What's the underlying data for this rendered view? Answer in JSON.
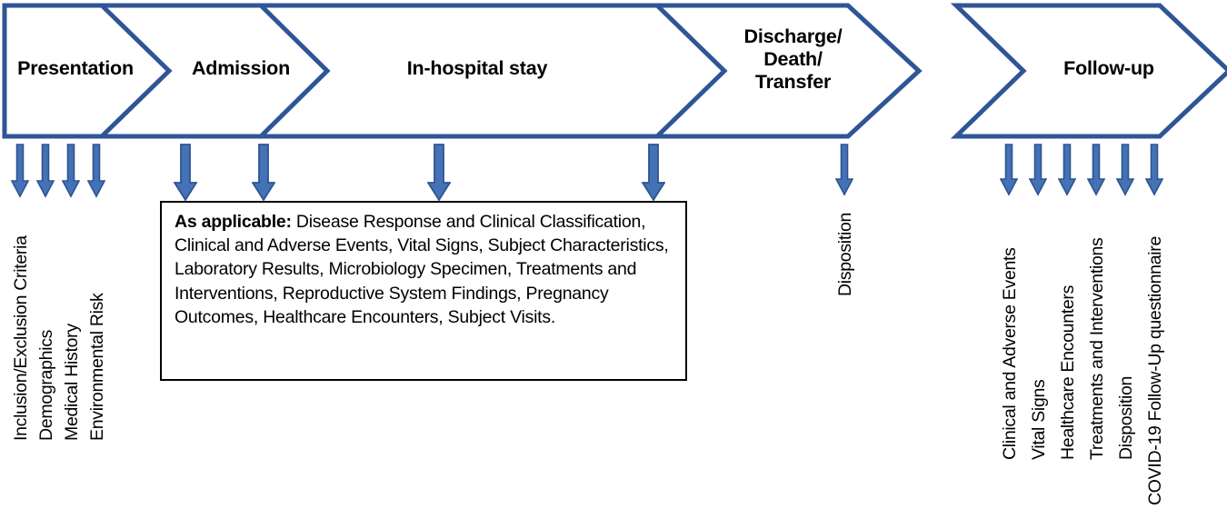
{
  "diagram": {
    "title": "Clinical study data collection timeline",
    "colors": {
      "banner_stroke": "#2F5597",
      "arrow_fill": "#4472B6",
      "arrow_stroke": "#2E5490",
      "box_stroke": "#000000",
      "text": "#000000"
    }
  },
  "banner": {
    "stages": [
      {
        "label": "Presentation"
      },
      {
        "label": "Admission"
      },
      {
        "label": "In-hospital stay"
      },
      {
        "label": "Discharge/\nDeath/\nTransfer"
      },
      {
        "label": "Follow-up"
      }
    ]
  },
  "arrows": {
    "presentation_group": [
      {
        "label": "Inclusion/Exclusion Criteria"
      },
      {
        "label": "Demographics"
      },
      {
        "label": "Medical History"
      },
      {
        "label": "Environmental Risk"
      }
    ],
    "inhospital_group": [
      {
        "label": ""
      },
      {
        "label": ""
      },
      {
        "label": ""
      },
      {
        "label": ""
      }
    ],
    "discharge_group": [
      {
        "label": "Disposition"
      }
    ],
    "followup_group": [
      {
        "label": "Clinical and Adverse Events"
      },
      {
        "label": "Vital Signs"
      },
      {
        "label": "Healthcare Encounters"
      },
      {
        "label": "Treatments and Interventions"
      },
      {
        "label": "Disposition"
      },
      {
        "label": "COVID-19 Follow-Up questionnaire"
      }
    ]
  },
  "applicable_box": {
    "heading": "As applicable:",
    "body": " Disease Response and Clinical Classification, Clinical and Adverse Events, Vital Signs, Subject Characteristics, Laboratory Results, Microbiology Specimen, Treatments and Interventions, Reproductive System Findings, Pregnancy Outcomes, Healthcare Encounters, Subject Visits."
  }
}
